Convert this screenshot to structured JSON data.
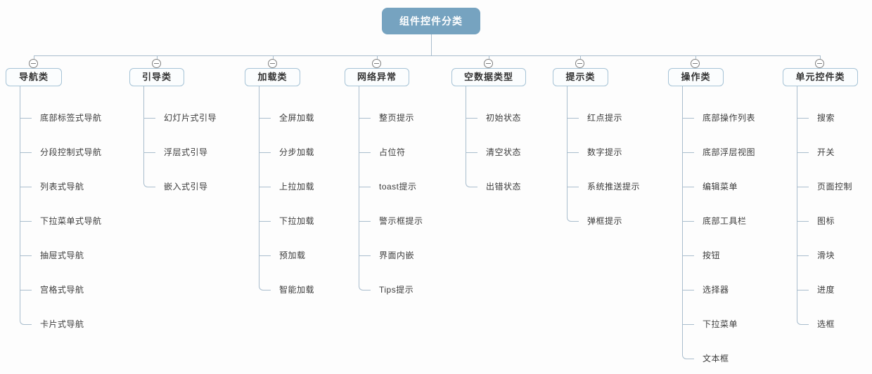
{
  "root": {
    "label": "组件控件分类"
  },
  "branches": [
    {
      "label": "导航类",
      "items": [
        "底部标签式导航",
        "分段控制式导航",
        "列表式导航",
        "下拉菜单式导航",
        "抽屉式导航",
        "宫格式导航",
        "卡片式导航"
      ]
    },
    {
      "label": "引导类",
      "items": [
        "幻灯片式引导",
        "浮层式引导",
        "嵌入式引导"
      ]
    },
    {
      "label": "加载类",
      "items": [
        "全屏加载",
        "分步加载",
        "上拉加载",
        "下拉加载",
        "预加载",
        "智能加载"
      ]
    },
    {
      "label": "网络异常",
      "items": [
        "整页提示",
        "占位符",
        "toast提示",
        "警示框提示",
        "界面内嵌",
        "Tips提示"
      ]
    },
    {
      "label": "空数据类型",
      "items": [
        "初始状态",
        "清空状态",
        "出错状态"
      ]
    },
    {
      "label": "提示类",
      "items": [
        "红点提示",
        "数字提示",
        "系统推送提示",
        "弹框提示"
      ]
    },
    {
      "label": "操作类",
      "items": [
        "底部操作列表",
        "底部浮层视图",
        "编辑菜单",
        "底部工具栏",
        "按钮",
        "选择器",
        "下拉菜单",
        "文本框"
      ]
    },
    {
      "label": "单元控件类",
      "items": [
        "搜索",
        "开关",
        "页面控制",
        "图标",
        "滑块",
        "进度",
        "选框"
      ]
    }
  ],
  "colors": {
    "root_fill": "#76a3c0",
    "root_text": "#ffffff",
    "category_border": "#a6c3d6",
    "category_fill": "#fbfdfe",
    "connector_line": "#a9bdcd",
    "collapse_icon": "#7e7e7e",
    "leaf_text": "#3c3c3c"
  }
}
